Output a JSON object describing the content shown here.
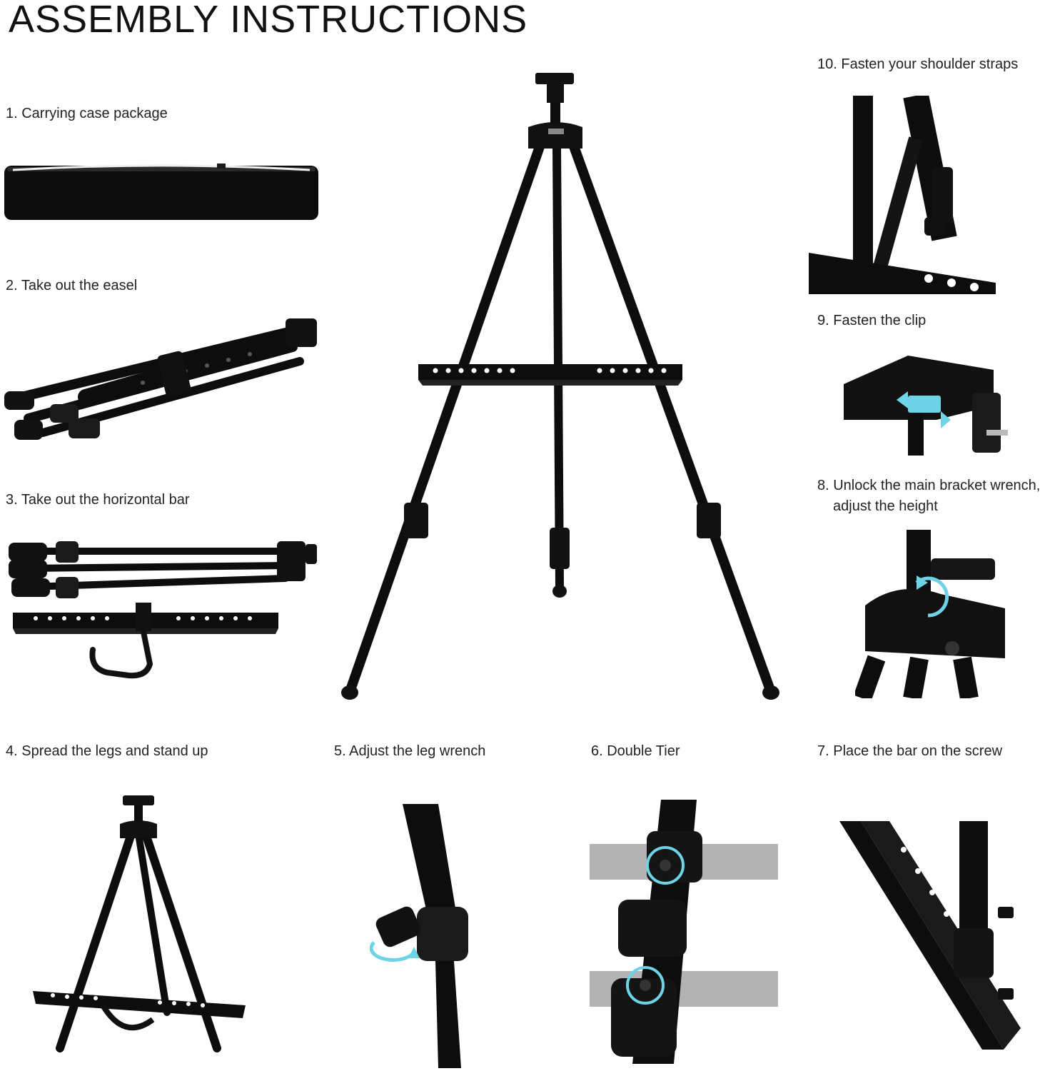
{
  "page": {
    "title": "ASSEMBLY INSTRUCTIONS"
  },
  "steps": [
    {
      "label": "1. Carrying case package"
    },
    {
      "label": "2. Take out the easel"
    },
    {
      "label": "3. Take out the horizontal bar"
    },
    {
      "label": "4. Spread the legs and stand up"
    },
    {
      "label": "5. Adjust the leg wrench"
    },
    {
      "label": "6. Double Tier"
    },
    {
      "label": "7. Place the bar on the screw"
    },
    {
      "label_line1": "8. Unlock the main bracket wrench,",
      "label_line2": "adjust the height"
    },
    {
      "label": "9. Fasten the clip"
    },
    {
      "label": "10. Fasten your shoulder straps"
    }
  ],
  "colors": {
    "metal": "#0d0d0d",
    "accent": "#6fd3e8",
    "band": "#b3b3b3"
  }
}
